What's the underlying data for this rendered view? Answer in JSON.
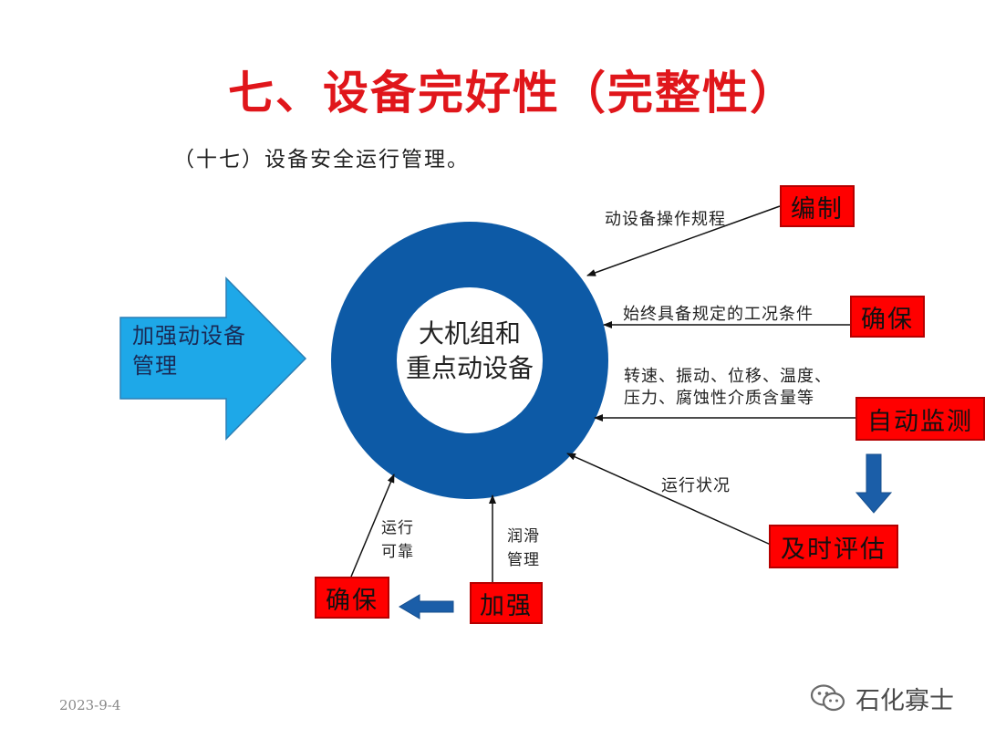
{
  "title": "七、设备完好性（完整性）",
  "subtitle": "（十七）设备安全运行管理。",
  "center": {
    "line1": "大机组和",
    "line2": "重点动设备"
  },
  "left_arrow": {
    "line1": "加强动设备",
    "line2": "管理"
  },
  "boxes": {
    "bianzhi": "编制",
    "quebao_right": "确保",
    "zidong": "自动监测",
    "jishi": "及时评估",
    "jiaqiang": "加强",
    "quebao_bottom": "确保"
  },
  "labels": {
    "caozuo": "动设备操作规程",
    "gongkuang": "始终具备规定的工况条件",
    "zhuansu1": "转速、振动、位移、温度、",
    "zhuansu2": "压力、腐蚀性介质含量等",
    "zhuangkuang": "运行状况",
    "yunxing1": "运行",
    "yunxing2": "可靠",
    "runhua1": "润滑",
    "runhua2": "管理"
  },
  "footer": {
    "date": "2023-9-4"
  },
  "watermark": {
    "text": "石化寡士",
    "icon": "wechat-icon"
  },
  "colors": {
    "title": "#e0161b",
    "ring": "#0d5aa6",
    "box": "#ff0000",
    "left_arrow": "#1ea8e8",
    "block_arrow": "#1b5ea8"
  }
}
